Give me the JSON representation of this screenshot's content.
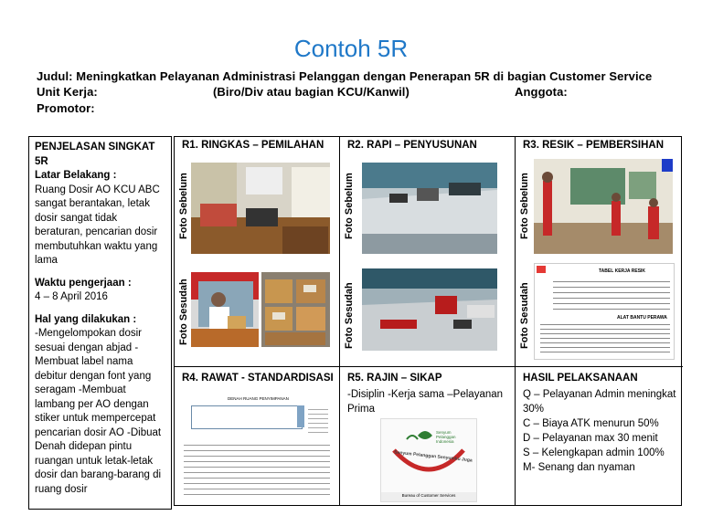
{
  "title": "Contoh 5R",
  "header": {
    "judul": "Judul: Meningkatkan Pelayanan Administrasi Pelanggan dengan Penerapan 5R di bagian Customer Service",
    "unit_kerja": "Unit Kerja:",
    "biro": "(Biro/Div atau  bagian KCU/Kanwil)",
    "anggota": "Anggota:",
    "promotor": "Promotor:"
  },
  "left": {
    "heading": "PENJELASAN SINGKAT 5R",
    "latar_label": "Latar Belakang :",
    "latar_text": "Ruang Dosir AO KCU ABC sangat berantakan, letak dosir sangat tidak beraturan, pencarian dosir membutuhkan waktu yang lama",
    "waktu_label": "Waktu pengerjaan :",
    "waktu_text": "4 – 8 April 2016",
    "hal_label": "Hal yang dilakukan :",
    "hal_text": "-Mengelompokan dosir sesuai dengan abjad -Membuat label nama debitur dengan font yang seragam -Membuat lambang per AO dengan stiker untuk mempercepat pencarian dosir AO -Dibuat Denah didepan pintu ruangan untuk letak-letak dosir dan barang-barang di ruang dosir"
  },
  "labels": {
    "sebelum": "Foto Sebelum",
    "sesudah": "Foto Sesudah"
  },
  "r1": {
    "title": "R1. RINGKAS – PEMILAHAN"
  },
  "r2": {
    "title": "R2. RAPI – PENYUSUNAN"
  },
  "r3": {
    "title": "R3. RESIK – PEMBERSIHAN",
    "table_title": "TABEL KERJA RESIK",
    "table2_title": "ALAT BANTU PERAWA"
  },
  "r4": {
    "title": "R4. RAWAT - STANDARDISASI",
    "doc_title": "DENAH RUANG PENYIMPANAN"
  },
  "r5": {
    "title": "R5. RAJIN – SIKAP",
    "text": "-Disiplin -Kerja sama –Pelayanan Prima",
    "logo_text": "Senyum Pelanggan Indonesia",
    "arc_text": "Senyum Pelanggan Senyumku Juga",
    "footer": "Bureau of Customer Services"
  },
  "hasil": {
    "title": "HASIL PELAKSANAAN",
    "items": [
      "Q – Pelayanan Admin meningkat 30%",
      "C –  Biaya ATK menurun 50%",
      "D – Pelayanan max 30 menit",
      "S –  Kelengkapan admin 100%",
      "M-  Senang dan nyaman"
    ]
  }
}
